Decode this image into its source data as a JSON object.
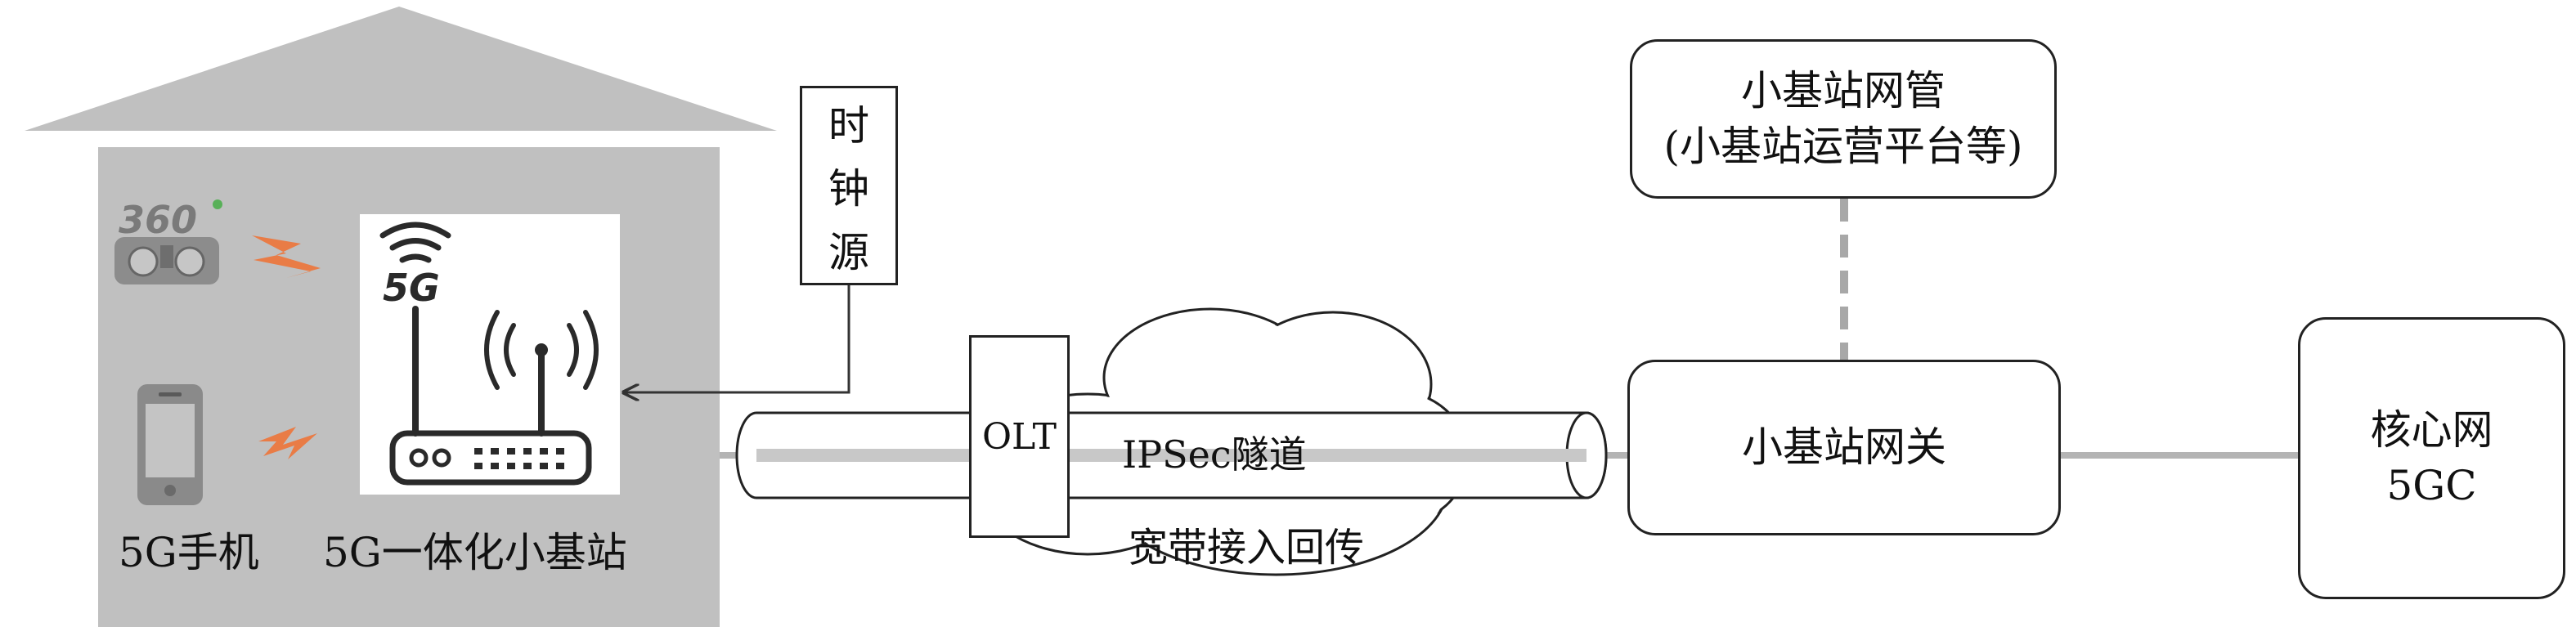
{
  "house": {
    "vr_brand": "360",
    "device_5g_label": "5G",
    "phone_caption": "5G手机",
    "station_caption": "5G一体化小基站"
  },
  "clock_source": {
    "chars": [
      "时",
      "钟",
      "源"
    ]
  },
  "olt": {
    "label": "OLT"
  },
  "tunnel": {
    "label": "IPSec隧道"
  },
  "cloud": {
    "label": "宽带接入回传"
  },
  "nms": {
    "line1": "小基站网管",
    "line2": "(小基站运营平台等)"
  },
  "gateway": {
    "label": "小基站网关"
  },
  "core": {
    "line1": "核心网",
    "line2": "5GC"
  },
  "colors": {
    "house": "#c0c0c0",
    "lightning": "#f07030",
    "link": "#b4b4b4",
    "dashed": "#a8a8a8"
  }
}
